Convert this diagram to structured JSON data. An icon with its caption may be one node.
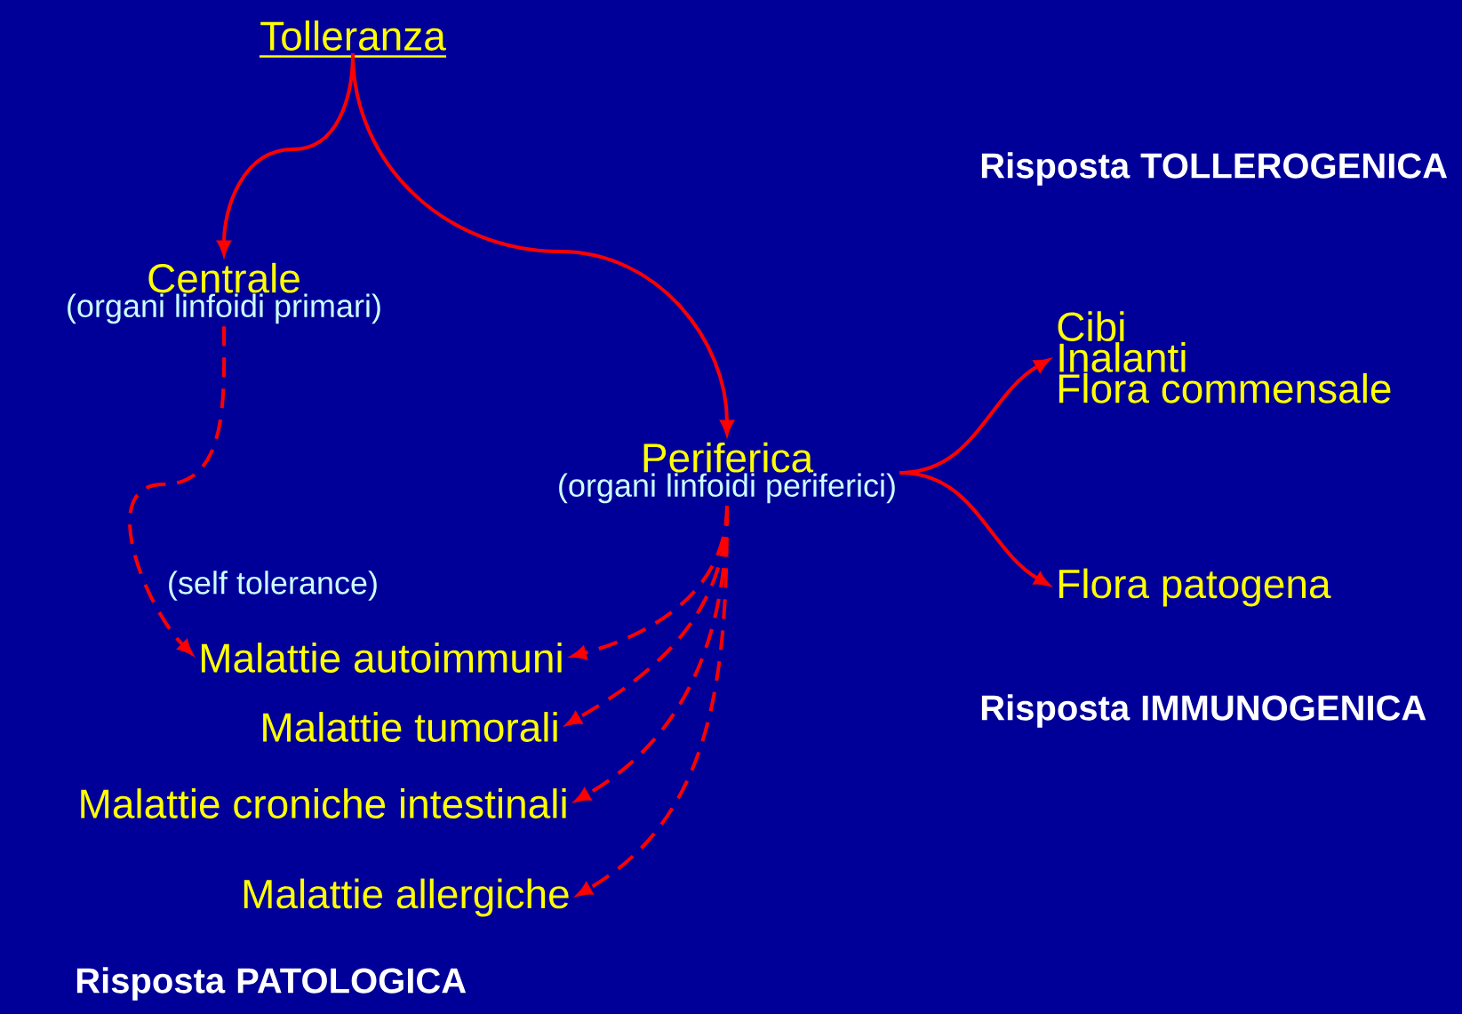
{
  "diagram": {
    "nodes": [
      {
        "text": [
          "Tolleranza"
        ]
      },
      {
        "text": [
          "Centrale",
          "(organi linfoidi primari)"
        ]
      },
      {
        "text": [
          "Periferica",
          "(organi linfoidi periferici)"
        ]
      },
      {
        "text": [
          "Cibi",
          "Inalanti",
          "Flora commensale"
        ]
      },
      {
        "text": [
          "Flora patogena"
        ]
      },
      {
        "text": [
          "Malattie autoimmuni"
        ],
        "beside": [
          "(self tolerance)"
        ]
      },
      {
        "text": [
          "Malattie tumorali"
        ]
      },
      {
        "text": [
          "Malattie croniche intestinali"
        ]
      },
      {
        "text": [
          "Malattie allergiche"
        ]
      }
    ],
    "edges": [
      {
        "from": 0,
        "to": 1,
        "arrow": "to"
      },
      {
        "from": 0,
        "to": 2,
        "arrow": "to"
      },
      {
        "from": 1,
        "to": 5,
        "arrow": "to",
        "style": "dashed"
      },
      {
        "from": 2,
        "to": 5,
        "arrow": "to",
        "style": "dashed"
      },
      {
        "from": 2,
        "to": 6,
        "arrow": "to",
        "style": "dashed"
      },
      {
        "from": 2,
        "to": 7,
        "arrow": "to",
        "style": "dashed"
      },
      {
        "from": 2,
        "to": 8,
        "arrow": "to",
        "style": "dashed"
      },
      {
        "from": 2,
        "to": 3,
        "arrow": "to"
      },
      {
        "from": 2,
        "to": 4,
        "arrow": "to"
      }
    ],
    "labels": [
      "Risposta TOLLEROGENICA",
      "Risposta IMMUNOGENICA",
      "Risposta PATOLOGICA"
    ]
  }
}
